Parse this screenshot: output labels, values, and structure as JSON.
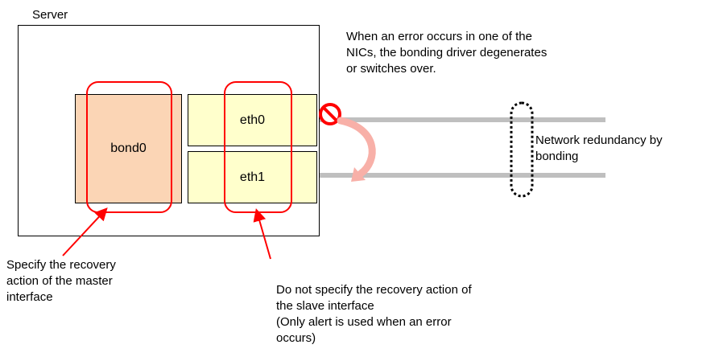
{
  "server": {
    "label": "Server"
  },
  "bond": {
    "label": "bond0"
  },
  "eth0": {
    "label": "eth0"
  },
  "eth1": {
    "label": "eth1"
  },
  "error_note": {
    "lines": [
      "When an error occurs in one of the",
      "NICs, the bonding driver degenerates",
      "or switches over."
    ]
  },
  "redundancy_note": {
    "lines": [
      "Network redundancy by",
      "bonding"
    ]
  },
  "master_note": {
    "lines": [
      "Specify the recovery",
      "action of the master",
      "interface"
    ]
  },
  "slave_note": {
    "lines": [
      "Do not specify the recovery action of",
      "the slave interface",
      "(Only alert is used when an error",
      "occurs)"
    ]
  },
  "colors": {
    "bond_fill": "#fbd5b5",
    "eth_fill": "#ffffcc",
    "highlight": "#ff0000",
    "network_line": "#bfbfbf",
    "switch_arrow": "#f8b0a8"
  }
}
